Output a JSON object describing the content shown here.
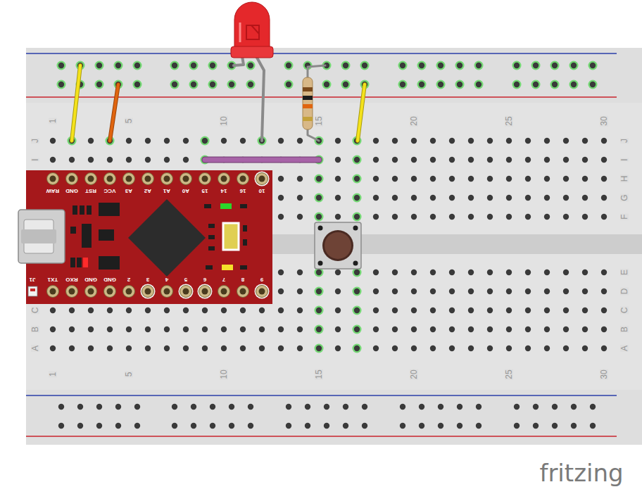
{
  "diagram": {
    "labels": [
      "1",
      "5",
      "10",
      "15",
      "20",
      "25",
      "30",
      "J",
      "I",
      "C",
      "B",
      "A",
      "J",
      "I",
      "H",
      "G",
      "F",
      "E",
      "D",
      "C",
      "B",
      "A",
      "1",
      "5",
      "10",
      "15",
      "20",
      "25",
      "30",
      "RAW",
      "GND",
      "RST",
      "VCC",
      "A3",
      "A2",
      "A1",
      "A0",
      "15",
      "14",
      "16",
      "10",
      "J1",
      "TX1",
      "RXO",
      "GND",
      "GND",
      "2",
      "3",
      "4",
      "5",
      "6",
      "7",
      "8",
      "9",
      "fritzing"
    ]
  }
}
